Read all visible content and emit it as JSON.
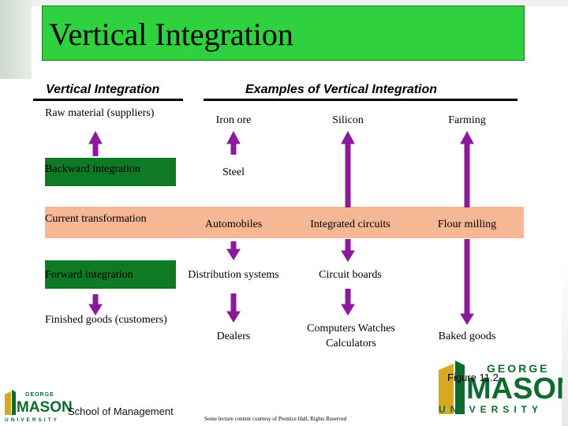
{
  "title": "Vertical Integration",
  "headers": {
    "left": "Vertical Integration",
    "right": "Examples of Vertical Integration"
  },
  "stages": [
    "Raw material (suppliers)",
    "Backward integration",
    "Current transformation",
    "Forward integration",
    "Finished goods (customers)"
  ],
  "columns": [
    {
      "raw": "Iron ore",
      "backward": "Steel",
      "current": "Automobiles",
      "forward": "Distribution systems",
      "finished": "Dealers"
    },
    {
      "raw": "Silicon",
      "backward": "",
      "current": "Integrated circuits",
      "forward": "Circuit boards",
      "finished": "Computers Watches Calculators"
    },
    {
      "raw": "Farming",
      "backward": "",
      "current": "Flour milling",
      "forward": "",
      "finished": "Baked goods"
    }
  ],
  "figure_label": "Figure 11.2",
  "logos": {
    "george_mason": {
      "top": "GEORGE",
      "main": "MASON",
      "sub": "UNIVERSITY"
    },
    "school": {
      "small_top": "GEORGE",
      "small_main": "MASON",
      "small_sub": "UNIVERSITY",
      "name": "School of Management"
    }
  },
  "credit": "Some lecture content courtesy of Prentice Hall, Rights Reserved",
  "colors": {
    "title_bg": "#2fd13f",
    "stage_bg": "#0f7a25",
    "current_band": "#f6b795",
    "arrow": "#8b1a9b",
    "logo_green": "#0d6b2e",
    "logo_gold": "#d6a91f"
  }
}
